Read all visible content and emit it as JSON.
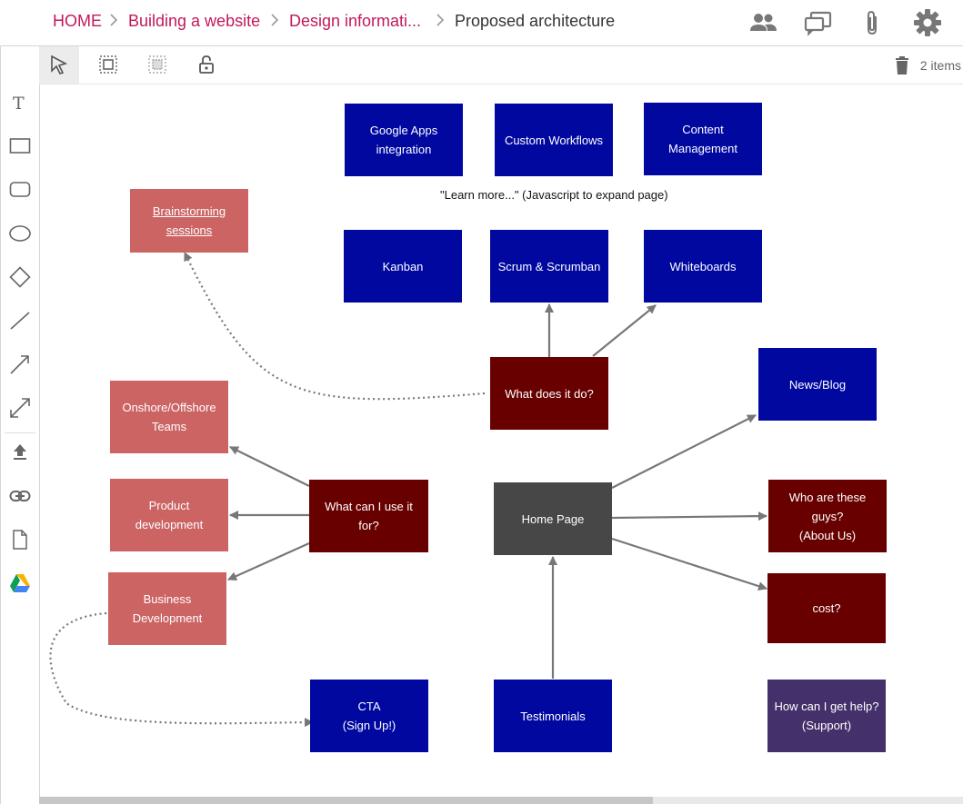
{
  "breadcrumb": {
    "home": "HOME",
    "level1": "Building a website",
    "level2": "Design informati...",
    "current": "Proposed architecture"
  },
  "header_icons": [
    "people-icon",
    "screens-icon",
    "paperclip-icon",
    "gear-icon"
  ],
  "left_tools": [
    "text-tool",
    "rectangle-tool",
    "rounded-rectangle-tool",
    "ellipse-tool",
    "diamond-tool",
    "line-tool",
    "arrow-tool",
    "double-arrow-tool",
    "upload-tool",
    "link-tool",
    "document-tool",
    "google-drive-tool"
  ],
  "top_tools": [
    "select-tool",
    "group-tool",
    "ungroup-tool",
    "lock-tool"
  ],
  "toolbar": {
    "items_count": "2 items"
  },
  "diagram": {
    "note": "\"Learn more...\" (Javascript to expand page)",
    "nodes": {
      "google_apps": "Google Apps\nintegration",
      "custom_workflows": "Custom Workflows",
      "content_management": "Content\nManagement",
      "brainstorming": "Brainstorming\nsessions",
      "kanban": "Kanban",
      "scrum": "Scrum & Scrumban",
      "whiteboards": "Whiteboards",
      "news_blog": "News/Blog",
      "what_does": "What does it do?",
      "onshore": "Onshore/Offshore\nTeams",
      "what_can": "What can I use it\nfor?",
      "home_page": "Home Page",
      "who_are": "Who are these\nguys?\n(About Us)",
      "product_dev": "Product\ndevelopment",
      "business_dev": "Business\nDevelopment",
      "cost": "cost?",
      "cta": "CTA\n(Sign Up!)",
      "testimonials": "Testimonials",
      "help": "How can I get help?\n(Support)"
    }
  },
  "colors": {
    "breadcrumb_link": "#c2185b",
    "blue_node": "#0008a0",
    "maroon_node": "#690000",
    "pink_node": "#cc6464",
    "gray_node": "#474747",
    "purple_node": "#44306a",
    "connector": "#777777"
  }
}
